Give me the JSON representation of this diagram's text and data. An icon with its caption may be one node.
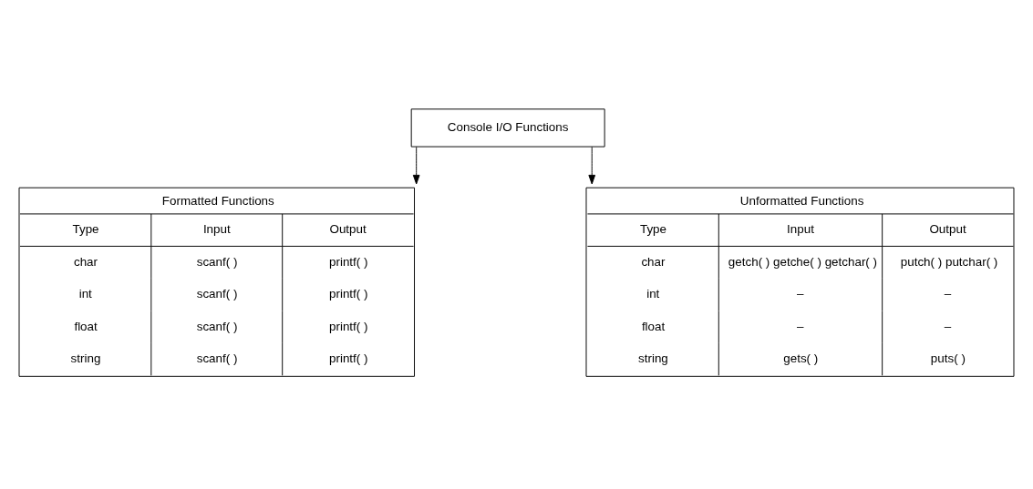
{
  "diagram": {
    "nodes": [
      {
        "text": [
          "Console I/O Functions"
        ]
      },
      {
        "text": [
          "Formatted Functions",
          "Type",
          "Input",
          "Output",
          "char",
          "scanf( )",
          "printf( )",
          "int",
          "scanf( )",
          "printf( )",
          "float",
          "scanf( )",
          "printf( )",
          "string",
          "scanf( )",
          "printf( )"
        ]
      },
      {
        "text": [
          "Unformatted Functions",
          "Type",
          "Input",
          "Output",
          "char",
          "getch( ) getche( ) getchar( )",
          "putch( ) putchar( )",
          "int",
          "–",
          "–",
          "float",
          "–",
          "–",
          "string",
          "gets( )",
          "puts( )"
        ]
      }
    ],
    "edges": [
      {
        "from": 0,
        "to": 1,
        "arrow": "to"
      },
      {
        "from": 0,
        "to": 2,
        "arrow": "to"
      }
    ]
  }
}
